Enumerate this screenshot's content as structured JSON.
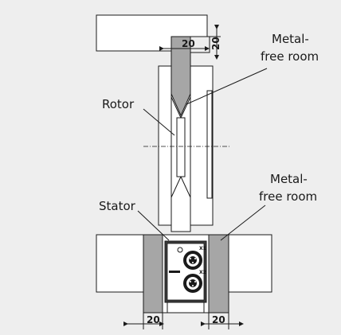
{
  "labels": {
    "metal_free_top": [
      "Metal-",
      "free room"
    ],
    "rotor": "Rotor",
    "metal_free_bottom": [
      "Metal-",
      "free room"
    ],
    "stator": "Stator"
  },
  "dimensions": {
    "top_horizontal": "20",
    "top_vertical": "20",
    "bottom_left": "20",
    "bottom_right": "20"
  },
  "connectors": {
    "x1": "X1",
    "x2": "X2"
  },
  "colors": {
    "background": "#eeeeee",
    "metal_free_zone": "#a6a6a6",
    "line": "#1a1a1a"
  }
}
